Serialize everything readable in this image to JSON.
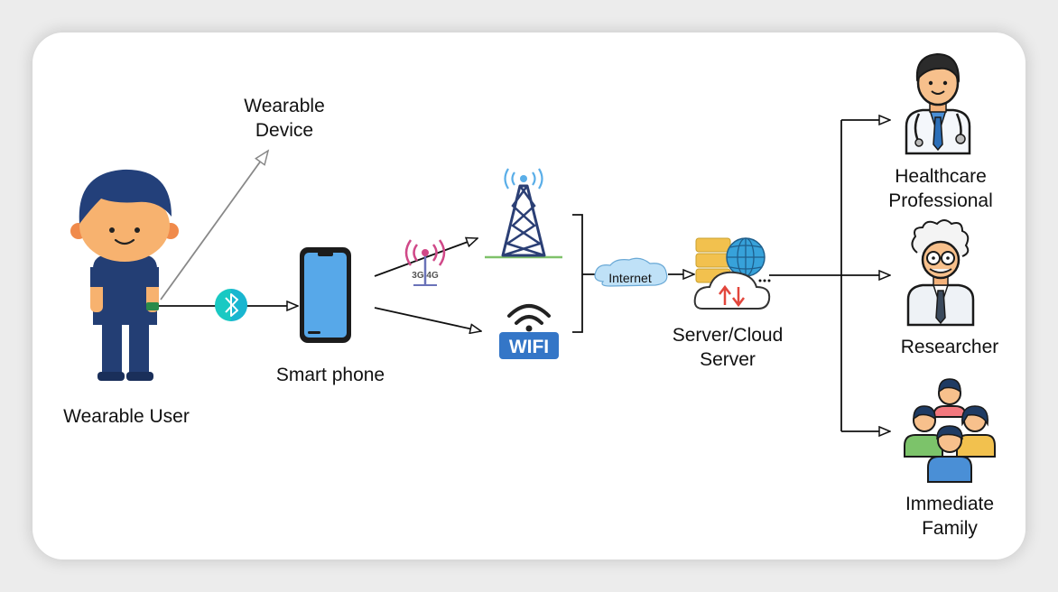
{
  "labels": {
    "wearable_device": [
      "Wearable",
      "Device"
    ],
    "wearable_user": "Wearable User",
    "smart_phone": "Smart phone",
    "internet": "Internet",
    "server": [
      "Server/Cloud",
      "Server"
    ],
    "healthcare": [
      "Healthcare",
      "Professional"
    ],
    "researcher": "Researcher",
    "family": [
      "Immediate",
      "Family"
    ],
    "network_badge": "3G 4G",
    "wifi_badge": "WIFI"
  },
  "colors": {
    "user_hair": "#23407a",
    "user_skin": "#f7b26f",
    "user_body": "#233e74",
    "phone_screen": "#57a8e9",
    "tower": "#2b3f75",
    "bluetooth": "#19c9c3",
    "cloud": "#bfe1f7",
    "server_gold": "#f2c14e",
    "globe": "#37a2da",
    "wifi_badge": "#3476c7",
    "signal_pink": "#d04888",
    "arrow_red": "#e2463c"
  },
  "icons": {
    "user": "wearable-user-icon",
    "phone": "smartphone-icon",
    "tower": "cell-tower-icon",
    "wifi": "wifi-icon",
    "bluetooth": "bluetooth-icon",
    "server": "cloud-server-icon",
    "doctor": "doctor-icon",
    "researcher": "researcher-icon",
    "family": "family-icon"
  }
}
